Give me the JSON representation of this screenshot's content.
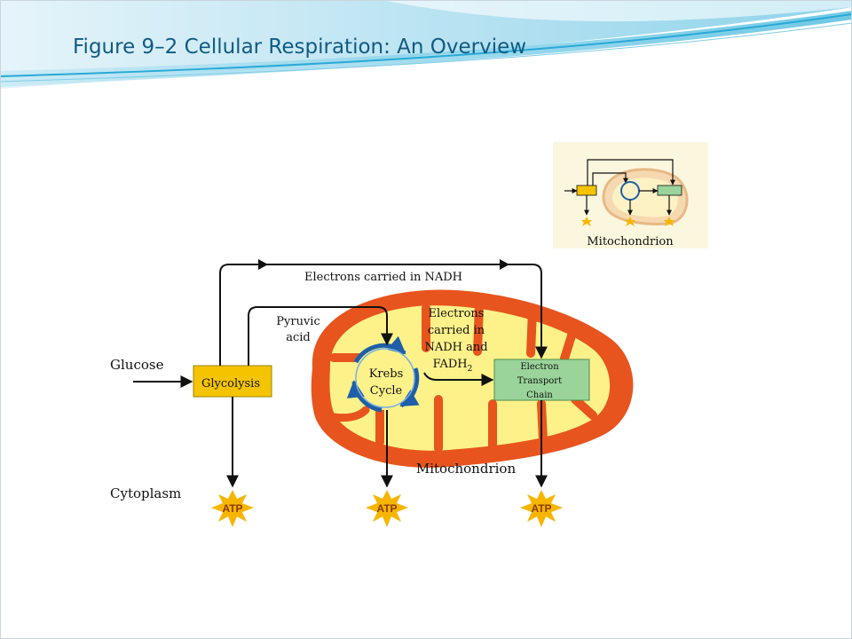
{
  "slide": {
    "title": "Figure 9–2 Cellular Respiration: An Overview"
  },
  "diagram": {
    "labels": {
      "glucose": "Glucose",
      "cytoplasm": "Cytoplasm",
      "glycolysis": "Glycolysis",
      "pyruvic_line1": "Pyruvic",
      "pyruvic_line2": "acid",
      "nadh_top": "Electrons carried in NADH",
      "fadh_line1": "Electrons",
      "fadh_line2": "carried in",
      "fadh_line3": "NADH and",
      "fadh_line4": "FADH",
      "fadh_sub": "2",
      "krebs_line1": "Krebs",
      "krebs_line2": "Cycle",
      "etc_line1": "Electron",
      "etc_line2": "Transport",
      "etc_line3": "Chain",
      "mitochondrion": "Mitochondrion",
      "inset_mitochondrion": "Mitochondrion",
      "atp1": "ATP",
      "atp2": "ATP",
      "atp3": "ATP"
    },
    "colors": {
      "outer_membrane": "#e8541e",
      "matrix": "#fdf28a",
      "glycolysis_box": "#f5c400",
      "etc_box": "#9ad49a",
      "krebs_arrow": "#1f5fa8",
      "atp_burst": "#f7b500",
      "arrow": "#111111"
    }
  }
}
